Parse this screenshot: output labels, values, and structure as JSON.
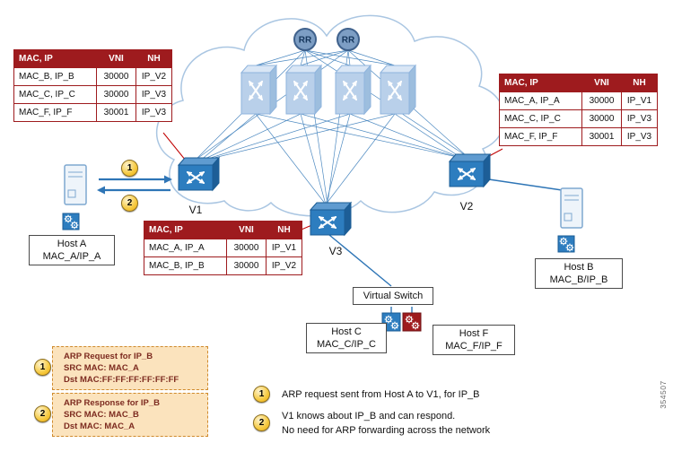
{
  "figure": {
    "id_label": "354507"
  },
  "colors": {
    "table_header_bg": "#9e1b1e",
    "fabric_line": "#2e75b6",
    "table_link_line": "#c00000",
    "callout_bg": "#fbe3bd",
    "switch_blue": "#2d7dbf",
    "host_f_red": "#9e1b1e"
  },
  "tables": {
    "v1": {
      "headers": [
        "MAC, IP",
        "VNI",
        "NH"
      ],
      "rows": [
        [
          "MAC_B, IP_B",
          "30000",
          "IP_V2"
        ],
        [
          "MAC_C, IP_C",
          "30000",
          "IP_V3"
        ],
        [
          "MAC_F, IP_F",
          "30001",
          "IP_V3"
        ]
      ]
    },
    "v2": {
      "headers": [
        "MAC, IP",
        "VNI",
        "NH"
      ],
      "rows": [
        [
          "MAC_A, IP_A",
          "30000",
          "IP_V1"
        ],
        [
          "MAC_C, IP_C",
          "30000",
          "IP_V3"
        ],
        [
          "MAC_F, IP_F",
          "30001",
          "IP_V3"
        ]
      ]
    },
    "v3": {
      "headers": [
        "MAC, IP",
        "VNI",
        "NH"
      ],
      "rows": [
        [
          "MAC_A, IP_A",
          "30000",
          "IP_V1"
        ],
        [
          "MAC_B, IP_B",
          "30000",
          "IP_V2"
        ]
      ]
    }
  },
  "nodes": {
    "rr1": "RR",
    "rr2": "RR",
    "v1": "V1",
    "v2": "V2",
    "v3": "V3",
    "virtual_switch": "Virtual Switch",
    "host_a": {
      "name": "Host A",
      "addr": "MAC_A/IP_A"
    },
    "host_b": {
      "name": "Host B",
      "addr": "MAC_B/IP_B"
    },
    "host_c": {
      "name": "Host C",
      "addr": "MAC_C/IP_C"
    },
    "host_f": {
      "name": "Host F",
      "addr": "MAC_F/IP_F"
    }
  },
  "steps": {
    "one": "1",
    "two": "2"
  },
  "callouts": {
    "arp_request": {
      "step": "1",
      "line1": "ARP Request for IP_B",
      "line2": "SRC MAC: MAC_A",
      "line3": "Dst MAC:FF:FF:FF:FF:FF:FF"
    },
    "arp_response": {
      "step": "2",
      "line1": "ARP Response for IP_B",
      "line2": "SRC MAC: MAC_B",
      "line3": "Dst MAC: MAC_A"
    }
  },
  "legend": {
    "note1": {
      "step": "1",
      "line1": "ARP request sent from Host A to V1, for IP_B"
    },
    "note2": {
      "step": "2",
      "line1": "V1 knows about IP_B and can respond.",
      "line2": "No need for ARP forwarding across the network"
    }
  }
}
